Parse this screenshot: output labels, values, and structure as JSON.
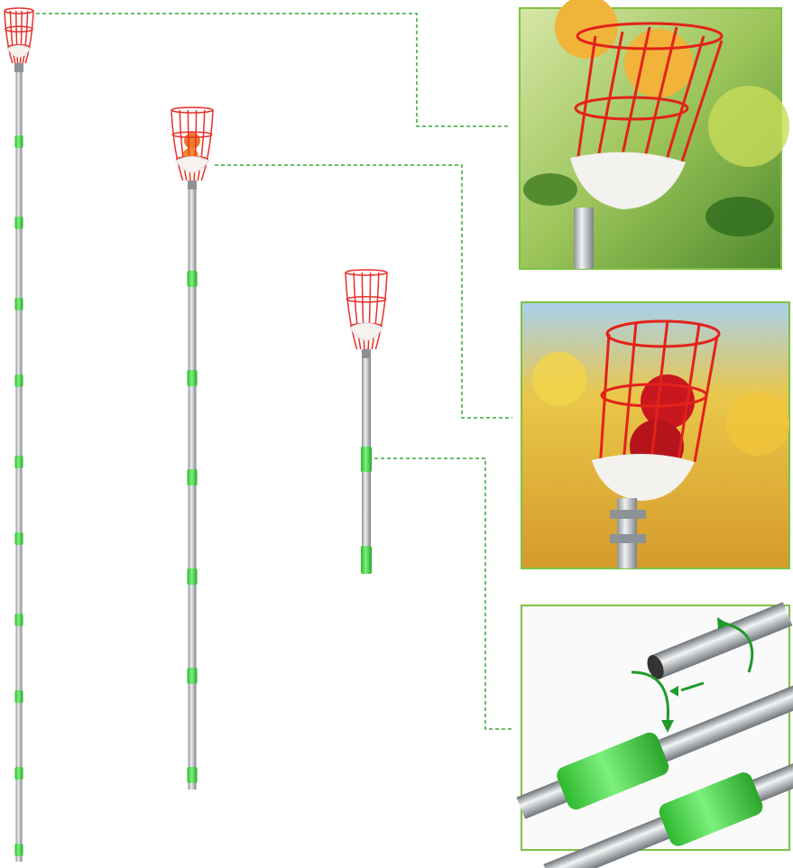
{
  "colors": {
    "accent_green": "#7dc242",
    "grip_green": "#4cd44c",
    "basket_red": "#e8302a",
    "pole_steel": "#b8bcc0",
    "dashed_line": "#3aa63a"
  },
  "poles": [
    {
      "id": "long",
      "sections": 10
    },
    {
      "id": "medium",
      "sections": 6
    },
    {
      "id": "short",
      "sections": 2
    }
  ],
  "detail_panels": [
    {
      "id": "basket-with-peaches",
      "icon": "fruit-picker-basket-photo"
    },
    {
      "id": "basket-with-apples",
      "icon": "fruit-picker-basket-photo"
    },
    {
      "id": "pole-connection",
      "icon": "twist-lock-rotate-arrows"
    }
  ]
}
